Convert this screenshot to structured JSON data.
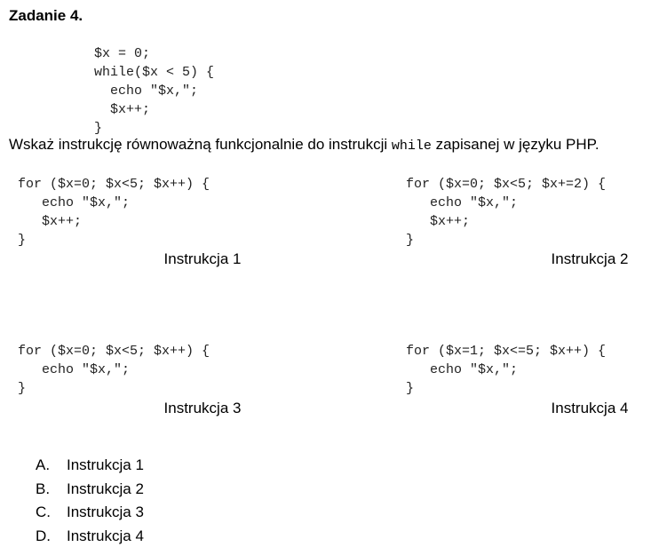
{
  "title": "Zadanie 4.",
  "snippet": "$x = 0;\nwhile($x < 5) {\n  echo \"$x,\";\n  $x++;\n}",
  "question": {
    "before": "Wskaż instrukcję równoważną funkcjonalnie do instrukcji ",
    "keyword": "while",
    "after": " zapisanej w języku PHP."
  },
  "options": [
    {
      "code": "for ($x=0; $x<5; $x++) {\n   echo \"$x,\";\n   $x++;\n}",
      "caption": "Instrukcja 1"
    },
    {
      "code": "for ($x=0; $x<5; $x+=2) {\n   echo \"$x,\";\n   $x++;\n}",
      "caption": "Instrukcja 2"
    },
    {
      "code": "for ($x=0; $x<5; $x++) {\n   echo \"$x,\";\n}",
      "caption": "Instrukcja 3"
    },
    {
      "code": "for ($x=1; $x<=5; $x++) {\n   echo \"$x,\";\n}",
      "caption": "Instrukcja 4"
    }
  ],
  "answers": [
    {
      "letter": "A.",
      "text": "Instrukcja 1"
    },
    {
      "letter": "B.",
      "text": "Instrukcja 2"
    },
    {
      "letter": "C.",
      "text": "Instrukcja 3"
    },
    {
      "letter": "D.",
      "text": "Instrukcja 4"
    }
  ]
}
